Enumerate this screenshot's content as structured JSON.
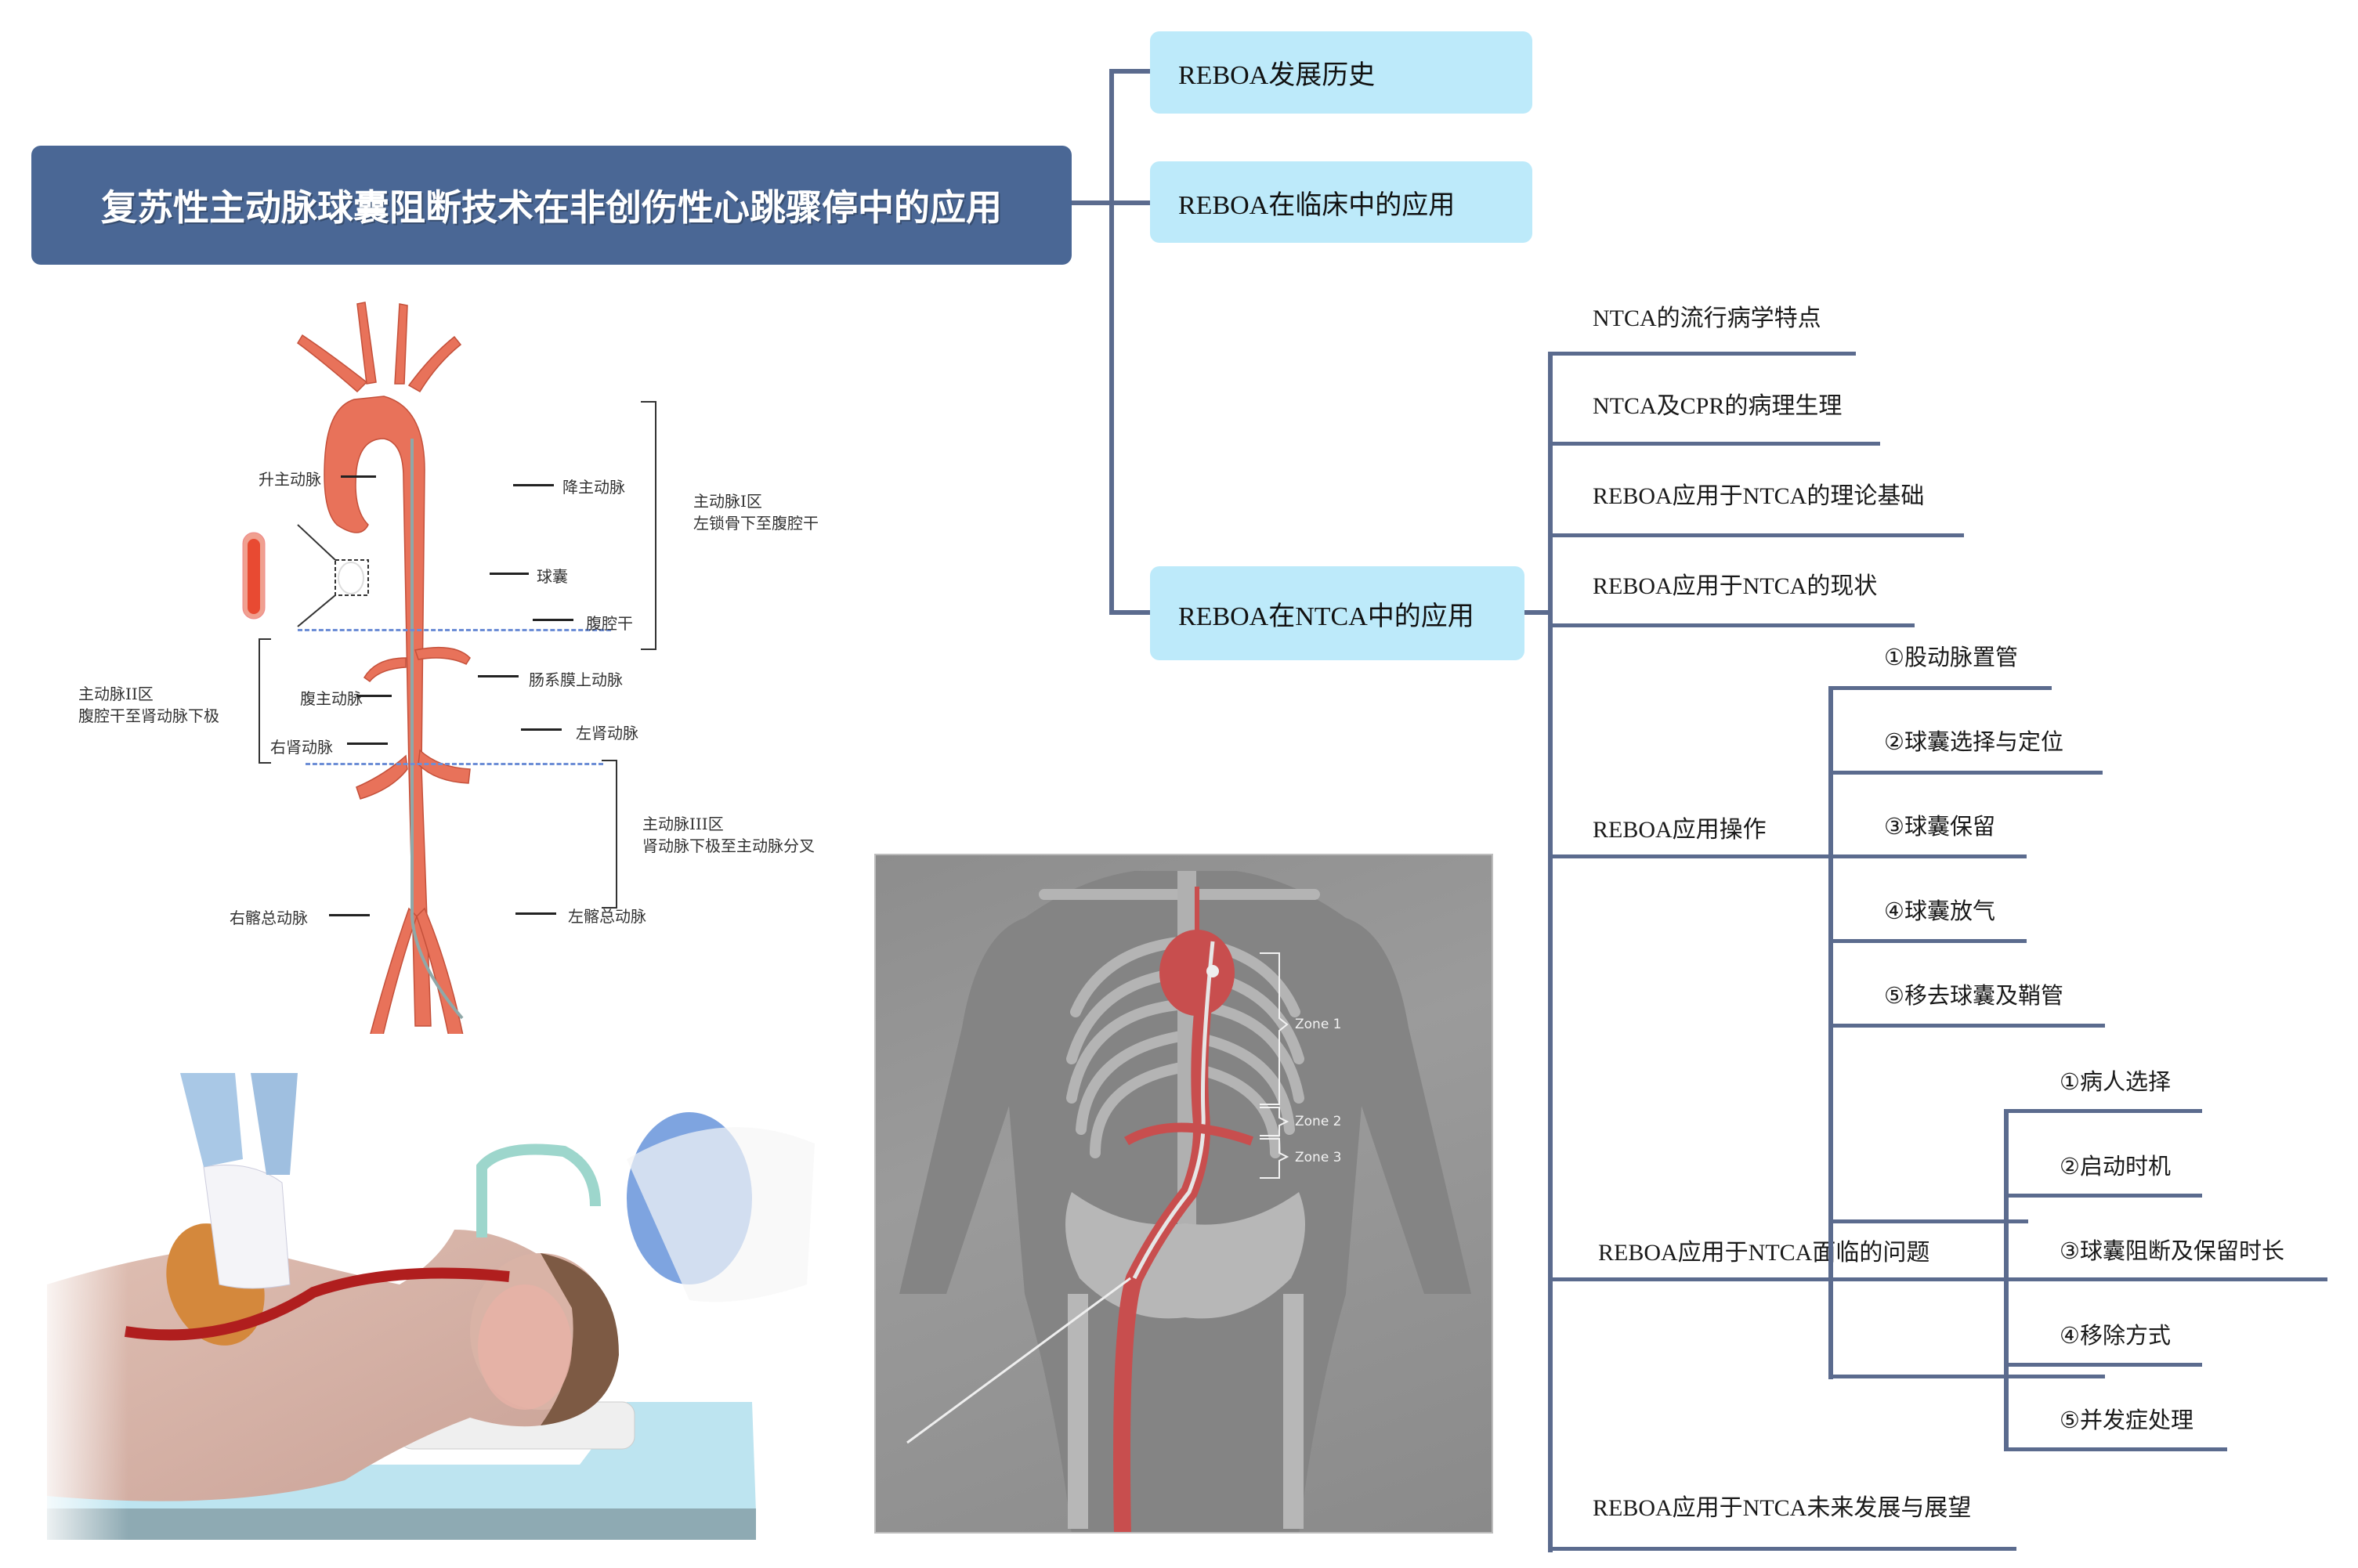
{
  "mindmap": {
    "root": {
      "label": "复苏性主动脉球囊阻断技术在非创伤性心跳骤停中的应用",
      "color": "#4a6795"
    },
    "branches": [
      {
        "label": "REBOA发展历史"
      },
      {
        "label": "REBOA在临床中的应用"
      },
      {
        "label": "REBOA在NTCA中的应用",
        "children": [
          {
            "label": "NTCA的流行病学特点"
          },
          {
            "label": "NTCA及CPR的病理生理"
          },
          {
            "label": "REBOA应用于NTCA的理论基础"
          },
          {
            "label": "REBOA应用于NTCA的现状"
          },
          {
            "label": "REBOA应用操作",
            "children": [
              {
                "label": "①股动脉置管"
              },
              {
                "label": "②球囊选择与定位"
              },
              {
                "label": "③球囊保留"
              },
              {
                "label": "④球囊放气"
              },
              {
                "label": "⑤移去球囊及鞘管"
              }
            ]
          },
          {
            "label": "REBOA应用于NTCA面临的问题",
            "children": [
              {
                "label": "①病人选择"
              },
              {
                "label": "②启动时机"
              },
              {
                "label": "③球囊阻断及保留时长"
              },
              {
                "label": "④移除方式"
              },
              {
                "label": "⑤并发症处理"
              }
            ]
          },
          {
            "label": "REBOA应用于NTCA未来发展与展望"
          }
        ]
      }
    ],
    "node_color": "#bdeafa",
    "line_color": "#5b6b8e"
  },
  "aorta_diagram": {
    "labels": {
      "ascending": "升主动脉",
      "descending": "降主动脉",
      "balloon": "球囊",
      "celiac": "腹腔干",
      "sma": "肠系膜上动脉",
      "abdominal": "腹主动脉",
      "left_renal": "左肾动脉",
      "right_renal": "右肾动脉",
      "right_iliac": "右髂总动脉",
      "left_iliac": "左髂总动脉"
    },
    "zones": [
      {
        "name": "主动脉I区",
        "desc": "左锁骨下至腹腔干"
      },
      {
        "name": "主动脉II区",
        "desc": "腹腔干至肾动脉下极"
      },
      {
        "name": "主动脉III区",
        "desc": "肾动脉下极至主动脉分叉"
      }
    ]
  },
  "body_figure": {
    "zones": [
      "Zone 1",
      "Zone 2",
      "Zone 3"
    ]
  }
}
